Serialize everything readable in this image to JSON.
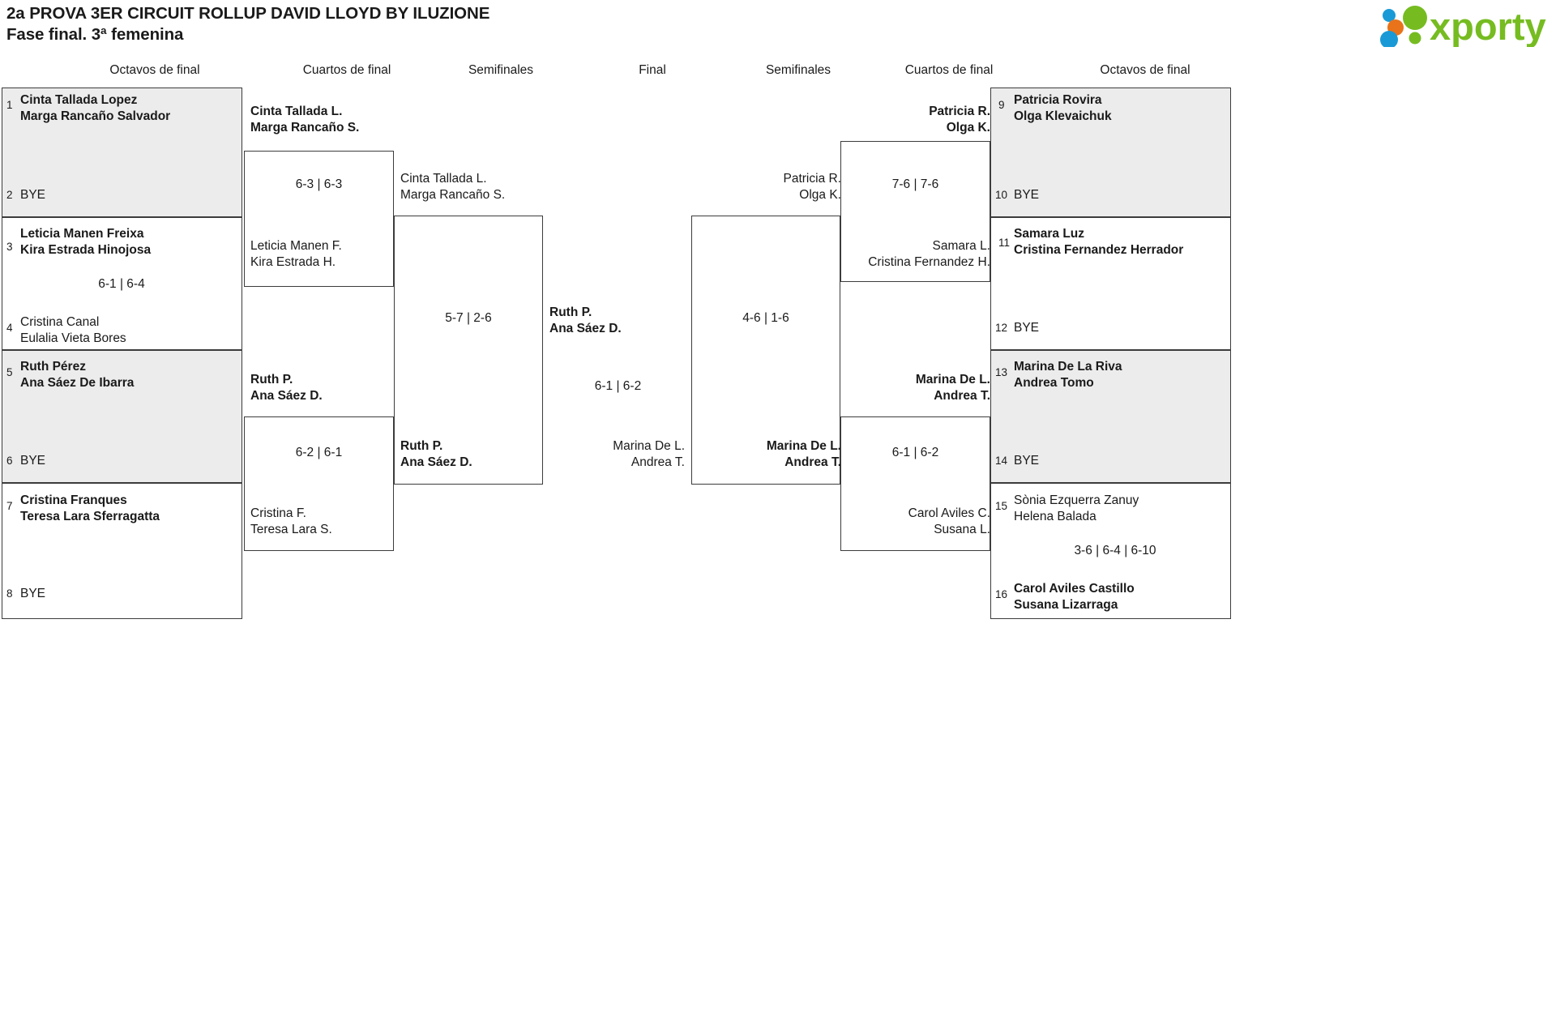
{
  "header": {
    "title": "2a PROVA 3ER CIRCUIT ROLLUP DAVID LLOYD BY ILUZIONE",
    "subtitle": "Fase final. 3ª femenina",
    "logo_text": "xporty",
    "logo_colors": {
      "green": "#76bc21",
      "orange": "#e8731a",
      "blue": "#199ad6"
    }
  },
  "round_headers": {
    "left_r16": "Octavos de final",
    "left_qf": "Cuartos de final",
    "left_sf": "Semifinales",
    "final": "Final",
    "right_sf": "Semifinales",
    "right_qf": "Cuartos de final",
    "right_r16": "Octavos de final"
  },
  "labels": {
    "bye": "BYE"
  },
  "bracket": {
    "left_r16": [
      {
        "seed": "1",
        "p1": "Cinta Tallada Lopez",
        "p2": "Marga Rancaño Salvador",
        "winner": true,
        "shaded": true
      },
      {
        "seed": "2",
        "p1": "BYE",
        "p2": "",
        "winner": false,
        "shaded": true
      },
      {
        "seed": "3",
        "p1": "Leticia Manen Freixa",
        "p2": "Kira Estrada Hinojosa",
        "winner": true,
        "shaded": false
      },
      {
        "seed": "4",
        "p1": "Cristina Canal",
        "p2": "Eulalia Vieta Bores",
        "winner": false,
        "shaded": false
      },
      {
        "seed": "5",
        "p1": "Ruth Pérez",
        "p2": "Ana Sáez De Ibarra",
        "winner": true,
        "shaded": true
      },
      {
        "seed": "6",
        "p1": "BYE",
        "p2": "",
        "winner": false,
        "shaded": true
      },
      {
        "seed": "7",
        "p1": "Cristina Franques",
        "p2": "Teresa Lara Sferragatta",
        "winner": true,
        "shaded": false
      },
      {
        "seed": "8",
        "p1": "BYE",
        "p2": "",
        "winner": false,
        "shaded": false
      }
    ],
    "left_r16_scores": [
      {
        "value": ""
      },
      {
        "value": "6-1 | 6-4"
      },
      {
        "value": ""
      },
      {
        "value": ""
      }
    ],
    "left_qf": [
      {
        "p1": "Cinta Tallada L.",
        "p2": "Marga Rancaño S.",
        "winner": true
      },
      {
        "p1": "Leticia Manen F.",
        "p2": "Kira Estrada H.",
        "winner": false
      },
      {
        "p1": "Ruth P.",
        "p2": "Ana Sáez D.",
        "winner": true
      },
      {
        "p1": "Cristina F.",
        "p2": "Teresa Lara S.",
        "winner": false
      }
    ],
    "left_qf_scores": [
      {
        "value": "6-3 | 6-3"
      },
      {
        "value": "6-2 | 6-1"
      }
    ],
    "left_sf": [
      {
        "p1": "Cinta Tallada L.",
        "p2": "Marga Rancaño S.",
        "winner": false
      },
      {
        "p1": "Ruth P.",
        "p2": "Ana Sáez D.",
        "winner": true
      }
    ],
    "left_sf_scores": [
      {
        "value": "5-7 | 2-6"
      }
    ],
    "final": {
      "top": {
        "p1": "Ruth P.",
        "p2": "Ana Sáez D.",
        "winner": true
      },
      "bottom": {
        "p1": "Marina De L.",
        "p2": "Andrea T.",
        "winner": false
      },
      "score": "6-1 | 6-2"
    },
    "right_sf": [
      {
        "p1": "Patricia R.",
        "p2": "Olga K.",
        "winner": false
      },
      {
        "p1": "Marina De L.",
        "p2": "Andrea T.",
        "winner": true
      }
    ],
    "right_sf_scores": [
      {
        "value": "4-6 | 1-6"
      }
    ],
    "right_qf": [
      {
        "p1": "Patricia R.",
        "p2": "Olga K.",
        "winner": true
      },
      {
        "p1": "Samara L.",
        "p2": "Cristina Fernandez H.",
        "winner": false
      },
      {
        "p1": "Marina De L.",
        "p2": "Andrea T.",
        "winner": true
      },
      {
        "p1": "Carol Aviles C.",
        "p2": "Susana L.",
        "winner": false
      }
    ],
    "right_qf_scores": [
      {
        "value": "7-6 | 7-6"
      },
      {
        "value": "6-1 | 6-2"
      }
    ],
    "right_r16": [
      {
        "seed": "9",
        "p1": "Patricia Rovira",
        "p2": "Olga Klevaichuk",
        "winner": true,
        "shaded": true
      },
      {
        "seed": "10",
        "p1": "BYE",
        "p2": "",
        "winner": false,
        "shaded": true
      },
      {
        "seed": "11",
        "p1": "Samara Luz",
        "p2": "Cristina Fernandez Herrador",
        "winner": true,
        "shaded": false
      },
      {
        "seed": "12",
        "p1": "BYE",
        "p2": "",
        "winner": false,
        "shaded": false
      },
      {
        "seed": "13",
        "p1": "Marina De La Riva",
        "p2": "Andrea Tomo",
        "winner": true,
        "shaded": true
      },
      {
        "seed": "14",
        "p1": "BYE",
        "p2": "",
        "winner": false,
        "shaded": true
      },
      {
        "seed": "15",
        "p1": "Sònia Ezquerra Zanuy",
        "p2": "Helena Balada",
        "winner": false,
        "shaded": false
      },
      {
        "seed": "16",
        "p1": "Carol Aviles Castillo",
        "p2": "Susana Lizarraga",
        "winner": true,
        "shaded": false
      }
    ],
    "right_r16_scores": [
      {
        "value": ""
      },
      {
        "value": ""
      },
      {
        "value": ""
      },
      {
        "value": "3-6 | 6-4 | 6-10"
      }
    ]
  }
}
